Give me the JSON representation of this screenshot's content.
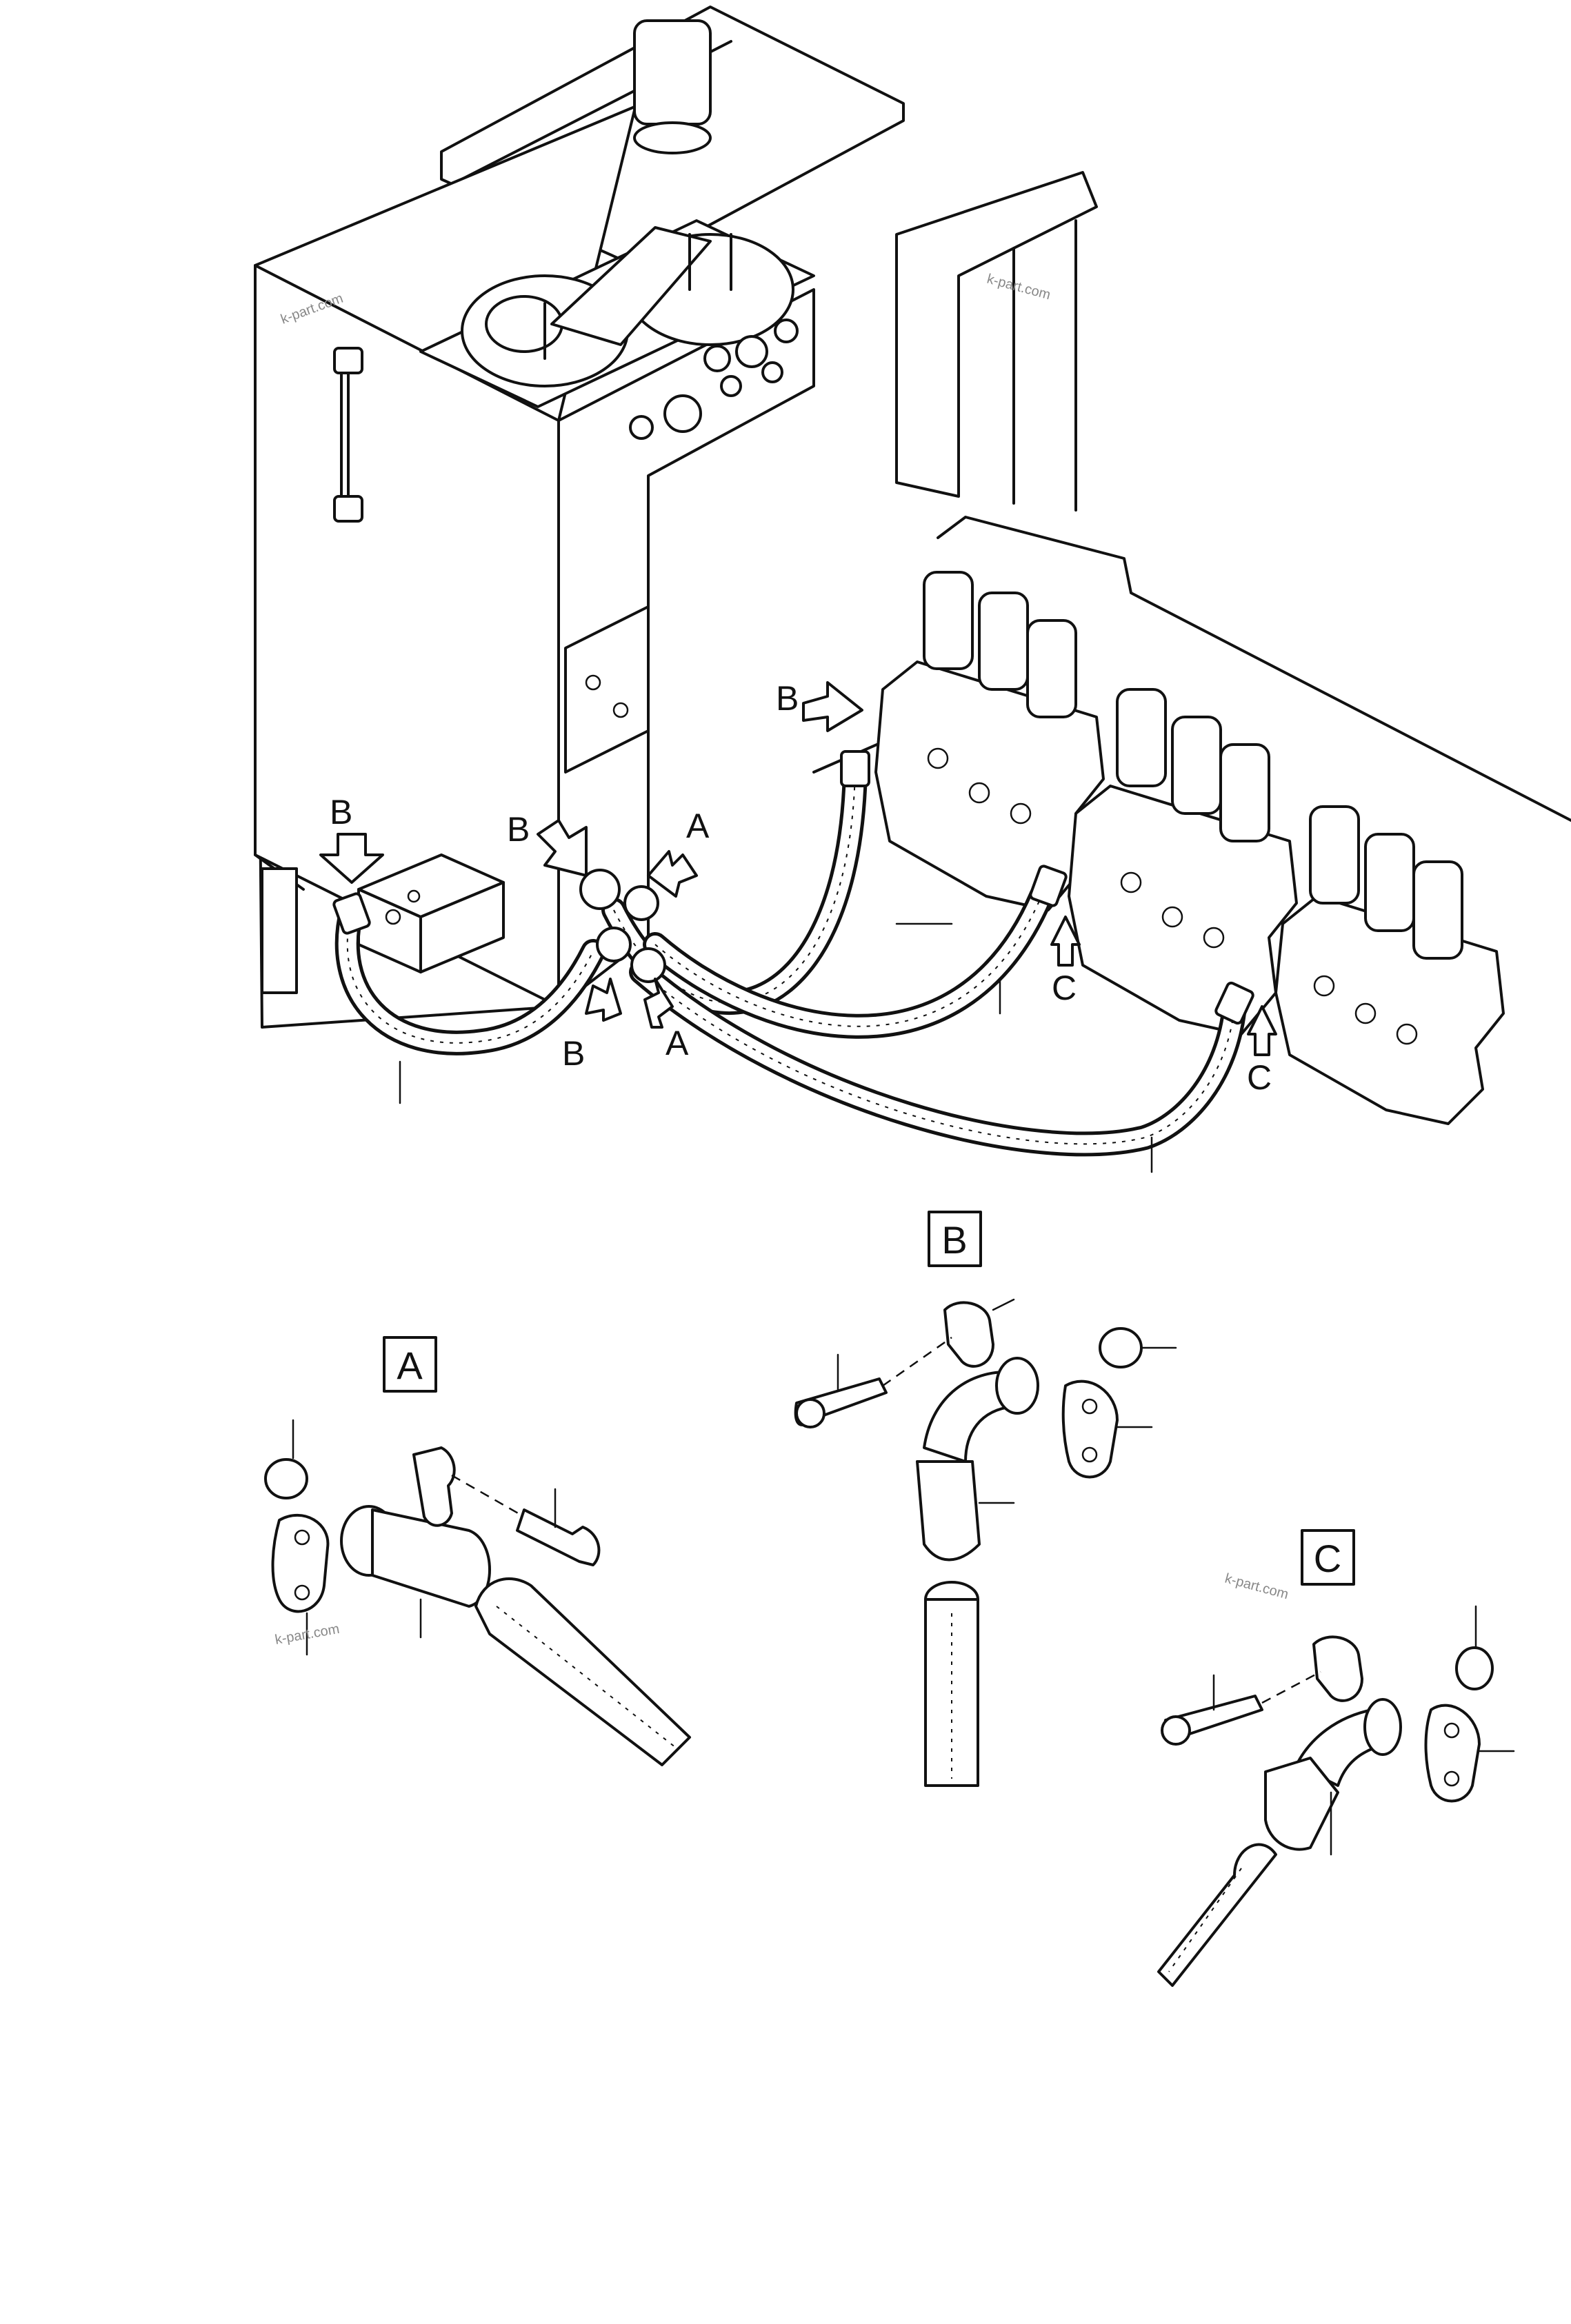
{
  "callouts": {
    "main_b_left": "B",
    "main_b_mid": "B",
    "main_a_top": "A",
    "main_b_valve": "B",
    "main_b_low": "B",
    "main_a_low": "A",
    "main_c_mid": "C",
    "main_c_right": "C"
  },
  "detail_labels": {
    "a": "A",
    "b": "B",
    "c": "C"
  },
  "watermarks": {
    "w1": "k-part.com",
    "w2": "k-part.com",
    "w3": "k-part.com",
    "w4": "k-part.com"
  }
}
